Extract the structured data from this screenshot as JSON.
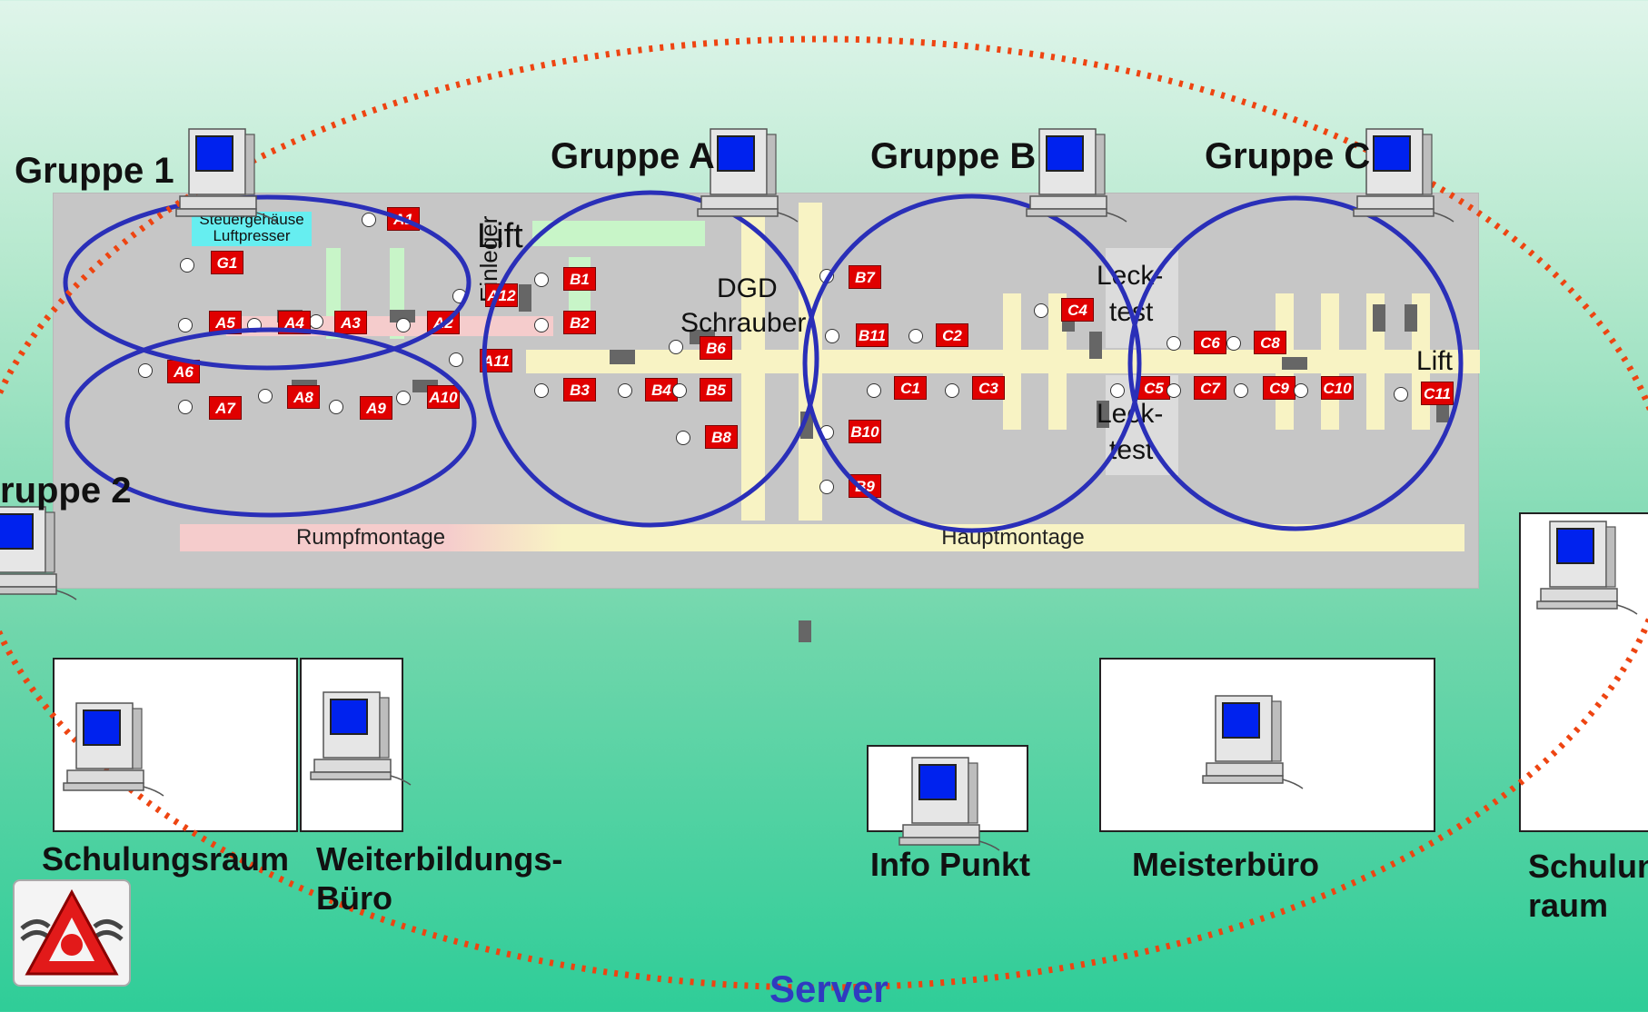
{
  "groups": {
    "g1": "Gruppe 1",
    "g2": "ruppe 2",
    "ga": "Gruppe A",
    "gb": "Gruppe B",
    "gc": "Gruppe C"
  },
  "rooms": {
    "schulungsraum": "Schulungsraum",
    "weiterbildung_line1": "Weiterbildungs-",
    "weiterbildung_line2": "Büro",
    "info_punkt": "Info Punkt",
    "meisterbuero": "Meisterbüro",
    "schulung_right_line1": "Schulun",
    "schulung_right_line2": "raum"
  },
  "floor_labels": {
    "steuergehaeuse_line1": "Steuergehäuse",
    "steuergehaeuse_line2": "Luftpresser",
    "einleger": "Einleger",
    "lift_left": "Lift",
    "lift_right": "Lift",
    "dgd_line1": "DGD",
    "dgd_line2": "Schrauber",
    "leck_top_line1": "Leck-",
    "leck_top_line2": "test",
    "leck_bottom_line1": "Leck-",
    "leck_bottom_line2": "test",
    "rumpfmontage": "Rumpfmontage",
    "hauptmontage": "Hauptmontage"
  },
  "stations": [
    "G1",
    "A1",
    "A2",
    "A3",
    "A4",
    "A5",
    "A6",
    "A7",
    "A8",
    "A9",
    "A10",
    "A11",
    "A12",
    "B1",
    "B2",
    "B3",
    "B4",
    "B5",
    "B6",
    "B7",
    "B8",
    "B9",
    "B10",
    "B11",
    "C1",
    "C2",
    "C3",
    "C4",
    "C5",
    "C6",
    "C7",
    "C8",
    "C9",
    "C10",
    "C11"
  ],
  "server_label": "Server",
  "colors": {
    "group_ring": "#2a2fb8",
    "network_ring": "#ee4411",
    "station_tag": "#e00000",
    "server_text": "#2f3bc0"
  }
}
